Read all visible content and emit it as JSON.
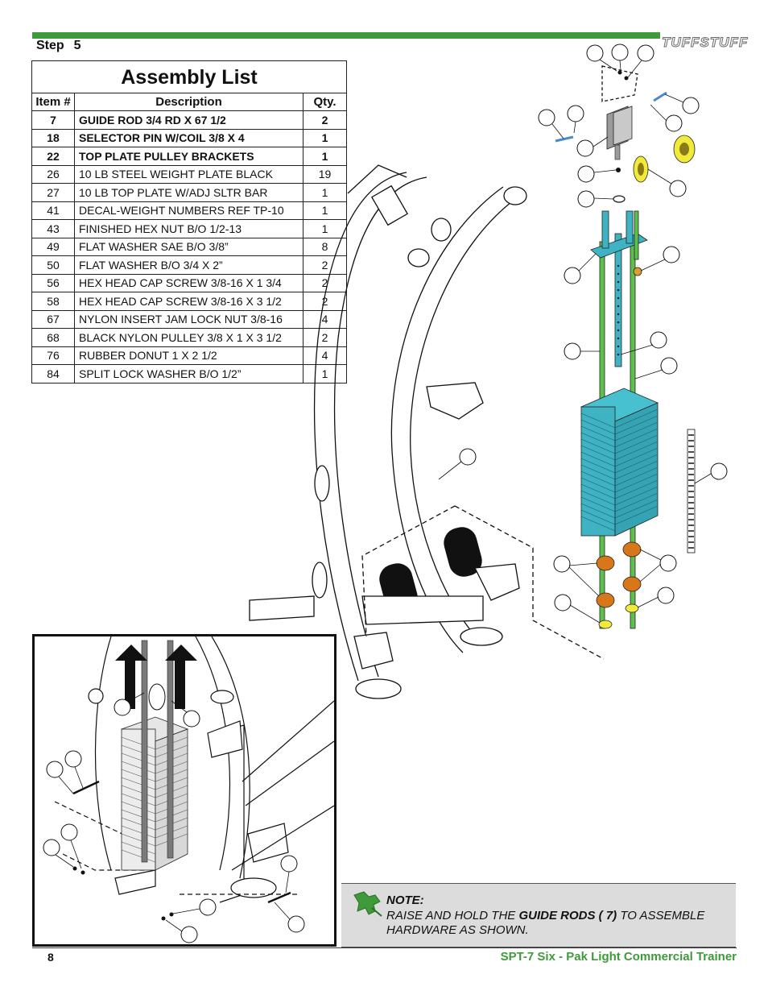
{
  "header": {
    "step_label": "Step",
    "step_number": "5",
    "brand": "TUFFSTUFF"
  },
  "assembly_list": {
    "title": "Assembly List",
    "columns": [
      "Item #",
      "Description",
      "Qty."
    ],
    "rows": [
      {
        "item": "7",
        "description": "GUIDE ROD 3/4 RD X 67 1/2",
        "qty": "2",
        "bold": true
      },
      {
        "item": "18",
        "description": "SELECTOR PIN W/COIL 3/8 X 4",
        "qty": "1",
        "bold": true
      },
      {
        "item": "22",
        "description": "TOP PLATE PULLEY BRACKETS",
        "qty": "1",
        "bold": true
      },
      {
        "item": "26",
        "description": "10 LB STEEL WEIGHT PLATE BLACK",
        "qty": "19",
        "bold": false
      },
      {
        "item": "27",
        "description": "10 LB TOP PLATE W/ADJ SLTR BAR",
        "qty": "1",
        "bold": false
      },
      {
        "item": "41",
        "description": "DECAL-WEIGHT NUMBERS REF TP-10",
        "qty": "1",
        "bold": false
      },
      {
        "item": "43",
        "description": "FINISHED HEX NUT B/O 1/2-13",
        "qty": "1",
        "bold": false
      },
      {
        "item": "49",
        "description": "FLAT WASHER  SAE B/O 3/8”",
        "qty": "8",
        "bold": false
      },
      {
        "item": "50",
        "description": "FLAT WASHER B/O 3/4 X 2”",
        "qty": "2",
        "bold": false
      },
      {
        "item": "56",
        "description": "HEX HEAD CAP SCREW 3/8-16 X 1 3/4",
        "qty": "2",
        "bold": false
      },
      {
        "item": "58",
        "description": "HEX HEAD CAP SCREW 3/8-16 X 3 1/2",
        "qty": "2",
        "bold": false
      },
      {
        "item": "67",
        "description": "NYLON INSERT JAM LOCK NUT 3/8-16",
        "qty": "4",
        "bold": false
      },
      {
        "item": "68",
        "description": "BLACK NYLON PULLEY 3/8 X 1 X 3 1/2",
        "qty": "2",
        "bold": false
      },
      {
        "item": "76",
        "description": "RUBBER DONUT 1 X 2 1/2",
        "qty": "4",
        "bold": false
      },
      {
        "item": "84",
        "description": "SPLIT LOCK WASHER B/O 1/2”",
        "qty": "1",
        "bold": false
      }
    ]
  },
  "note": {
    "title": "NOTE:",
    "line1_pre": "RAISE AND HOLD THE ",
    "line1_bold": "GUIDE RODS ( 7)",
    "line1_post": " TO ASSEMBLE",
    "line2": "HARDWARE AS SHOWN.",
    "icon": "pushpin-icon"
  },
  "footer": {
    "page_number": "8",
    "product_title": "SPT-7   Six - Pak Light Commercial Trainer"
  },
  "colors": {
    "accent_green": "#3f9a3c",
    "rod_green": "#5cc04a",
    "stack_teal": "#3fb3c4",
    "donut_orange": "#d8761a",
    "washer_yellow": "#f2ea3a"
  }
}
